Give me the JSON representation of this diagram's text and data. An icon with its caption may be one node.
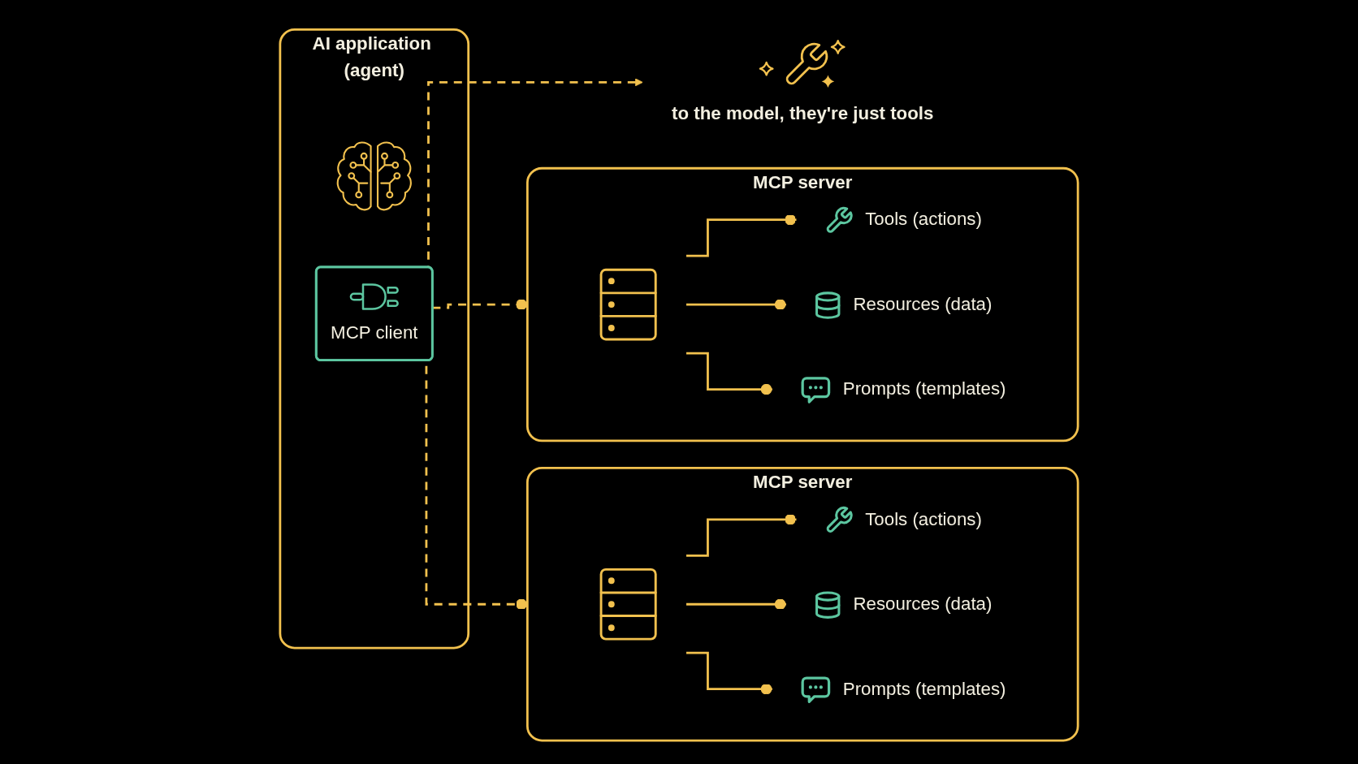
{
  "diagram": {
    "nodes": [
      {
        "text": [
          "AI application (agent)"
        ]
      },
      {
        "text": [
          "MCP client"
        ],
        "in": 0
      },
      {
        "text": [
          "to the model, they're just tools"
        ]
      },
      {
        "text": [
          "MCP server"
        ]
      },
      {
        "text": [],
        "shape": "picture",
        "in": 3
      },
      {
        "text": [
          "Tools (actions)"
        ],
        "in": 3
      },
      {
        "text": [
          "Resources (data)"
        ],
        "in": 3
      },
      {
        "text": [
          "Prompts (templates)"
        ],
        "in": 3
      },
      {
        "text": [
          "MCP server"
        ]
      },
      {
        "text": [],
        "shape": "picture",
        "in": 8
      },
      {
        "text": [
          "Tools (actions)"
        ],
        "in": 8
      },
      {
        "text": [
          "Resources (data)"
        ],
        "in": 8
      },
      {
        "text": [
          "Prompts (templates)"
        ],
        "in": 8
      }
    ],
    "edges": [
      {
        "from": 1,
        "to": 2,
        "arrow": "to",
        "style": "dashed"
      },
      {
        "from": 1,
        "to": 3,
        "arrow": "other",
        "style": "dashed"
      },
      {
        "from": 1,
        "to": 8,
        "arrow": "other",
        "style": "dashed"
      },
      {
        "from": 4,
        "to": 5,
        "arrow": "other"
      },
      {
        "from": 4,
        "to": 6,
        "arrow": "other"
      },
      {
        "from": 4,
        "to": 7,
        "arrow": "other"
      },
      {
        "from": 9,
        "to": 10,
        "arrow": "other"
      },
      {
        "from": 9,
        "to": 11,
        "arrow": "other"
      },
      {
        "from": 9,
        "to": 12,
        "arrow": "other"
      }
    ]
  }
}
